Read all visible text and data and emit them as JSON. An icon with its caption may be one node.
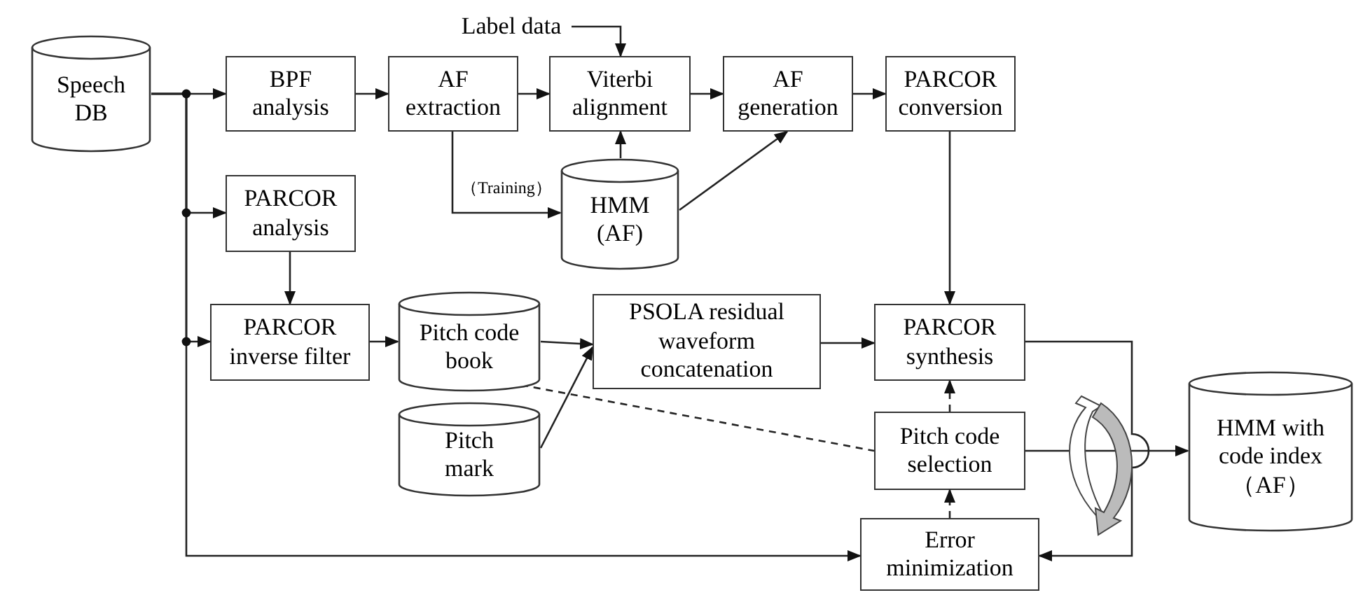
{
  "diagram": {
    "nodes": [
      {
        "text": [
          "Speech DB"
        ]
      },
      {
        "text": [
          "BPF analysis"
        ]
      },
      {
        "text": [
          "AF extraction"
        ]
      },
      {
        "text": [
          "Viterbi alignment"
        ]
      },
      {
        "text": [
          "AF generation"
        ]
      },
      {
        "text": [
          "PARCOR conversion"
        ]
      },
      {
        "text": [
          "Label data"
        ]
      },
      {
        "text": [
          "HMM (AF)"
        ]
      },
      {
        "text": [
          "PARCOR analysis"
        ]
      },
      {
        "text": [
          "PARCOR inverse filter"
        ]
      },
      {
        "text": [
          "Pitch code book"
        ]
      },
      {
        "text": [
          "Pitch mark"
        ]
      },
      {
        "text": [
          "PSOLA residual waveform concatenation"
        ]
      },
      {
        "text": [
          "PARCOR synthesis"
        ]
      },
      {
        "text": [
          "Pitch code selection"
        ]
      },
      {
        "text": [
          "Error minimization"
        ]
      },
      {
        "text": [
          "HMM with code index （AF）"
        ]
      }
    ],
    "edges": [
      {
        "from": 0,
        "to": 1,
        "arrow": "to"
      },
      {
        "from": 0,
        "to": 8,
        "arrow": "to"
      },
      {
        "from": 0,
        "to": 9,
        "arrow": "to"
      },
      {
        "from": 0,
        "to": 15,
        "arrow": "to"
      },
      {
        "from": 1,
        "to": 2,
        "arrow": "to"
      },
      {
        "from": 2,
        "to": 3,
        "arrow": "to"
      },
      {
        "from": 3,
        "to": 4,
        "arrow": "to"
      },
      {
        "from": 4,
        "to": 5,
        "arrow": "to"
      },
      {
        "from": 6,
        "to": 3,
        "arrow": "to"
      },
      {
        "from": 7,
        "to": 3,
        "arrow": "to"
      },
      {
        "from": 2,
        "to": 7,
        "arrow": "to",
        "label": "（Training）"
      },
      {
        "from": 7,
        "to": 4,
        "arrow": "to"
      },
      {
        "from": 8,
        "to": 9,
        "arrow": "to"
      },
      {
        "from": 9,
        "to": 10,
        "arrow": "to"
      },
      {
        "from": 10,
        "to": 12,
        "arrow": "to"
      },
      {
        "from": 11,
        "to": 12,
        "arrow": "to"
      },
      {
        "from": 5,
        "to": 13,
        "arrow": "to"
      },
      {
        "from": 12,
        "to": 13,
        "arrow": "to"
      },
      {
        "from": 10,
        "to": 14,
        "arrow": "none",
        "style": "dashed"
      },
      {
        "from": 14,
        "to": 13,
        "arrow": "to",
        "style": "dashed"
      },
      {
        "from": 15,
        "to": 14,
        "arrow": "to",
        "style": "dashed"
      },
      {
        "from": 13,
        "to": 15,
        "arrow": "to"
      },
      {
        "from": 14,
        "to": 16,
        "arrow": "to"
      }
    ]
  }
}
